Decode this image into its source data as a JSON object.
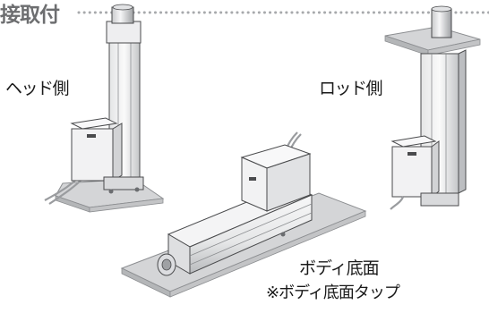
{
  "title": "接取付",
  "labels": {
    "head_side": "ヘッド側",
    "rod_side": "ロッド側",
    "body_bottom": "ボディ底面",
    "body_tap": "※ボディ底面タップ"
  },
  "colors": {
    "title": "#6d6e70",
    "dotted_line": "#a7a9ac",
    "plate_fill": "#d4d5d7",
    "plate_edge": "#8c8e91",
    "body_fill": "#f4f4f5",
    "outline": "#4a4b4d"
  }
}
